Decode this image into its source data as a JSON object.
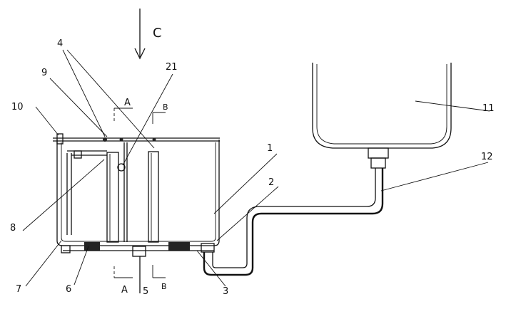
{
  "labels": {
    "view_c": "C",
    "section_a_top": "A",
    "section_a_bottom": "A",
    "section_b_top": "B",
    "section_b_bottom": "B",
    "part_1": "1",
    "part_2": "2",
    "part_3": "3",
    "part_4": "4",
    "part_5": "5",
    "part_6": "6",
    "part_7": "7",
    "part_8": "8",
    "part_9": "9",
    "part_10": "10",
    "part_11": "11",
    "part_12": "12",
    "part_21": "21"
  }
}
